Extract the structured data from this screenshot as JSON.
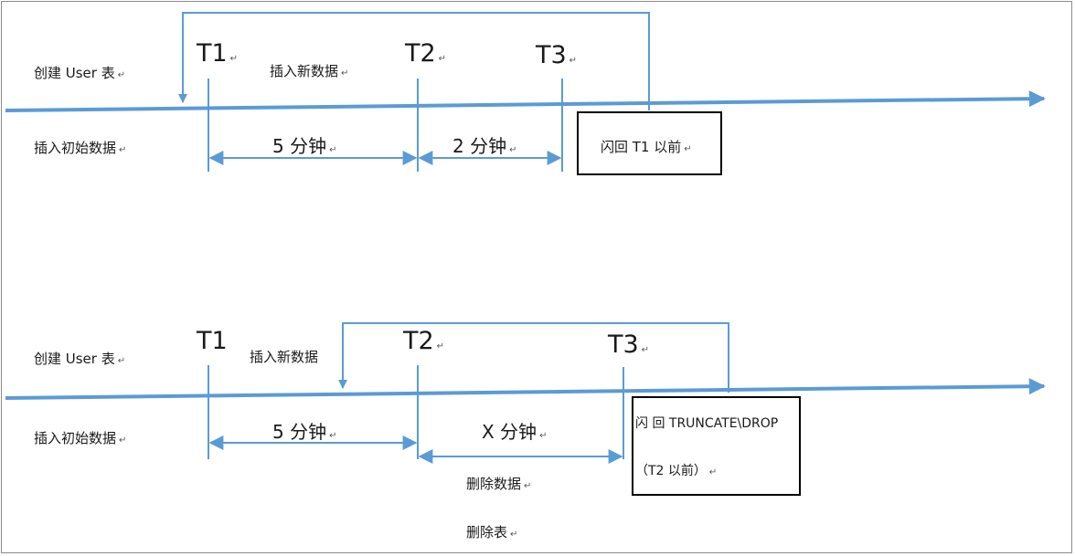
{
  "colors": {
    "line": "#5b9bd5",
    "box_border": "#000000",
    "text": "#1a1a1a"
  },
  "return_mark": "↵",
  "top": {
    "create_table": "创建 User 表",
    "insert_initial": "插入初始数据",
    "insert_new": "插入新数据",
    "t1": "T1",
    "t2": "T2",
    "t3": "T3",
    "interval_1": "5 分钟",
    "interval_2": "2 分钟",
    "flashback": "闪回 T1 以前"
  },
  "bottom": {
    "create_table": "创建 User 表",
    "insert_initial": "插入初始数据",
    "insert_new": "插入新数据",
    "t1": "T1",
    "t2": "T2",
    "t3": "T3",
    "interval_1": "5 分钟",
    "interval_2": "X 分钟",
    "delete_data": "删除数据",
    "drop_table": "删除表",
    "flashback_line1": "闪 回   TRUNCATE\\DROP",
    "flashback_line2": "（T2 以前）"
  }
}
